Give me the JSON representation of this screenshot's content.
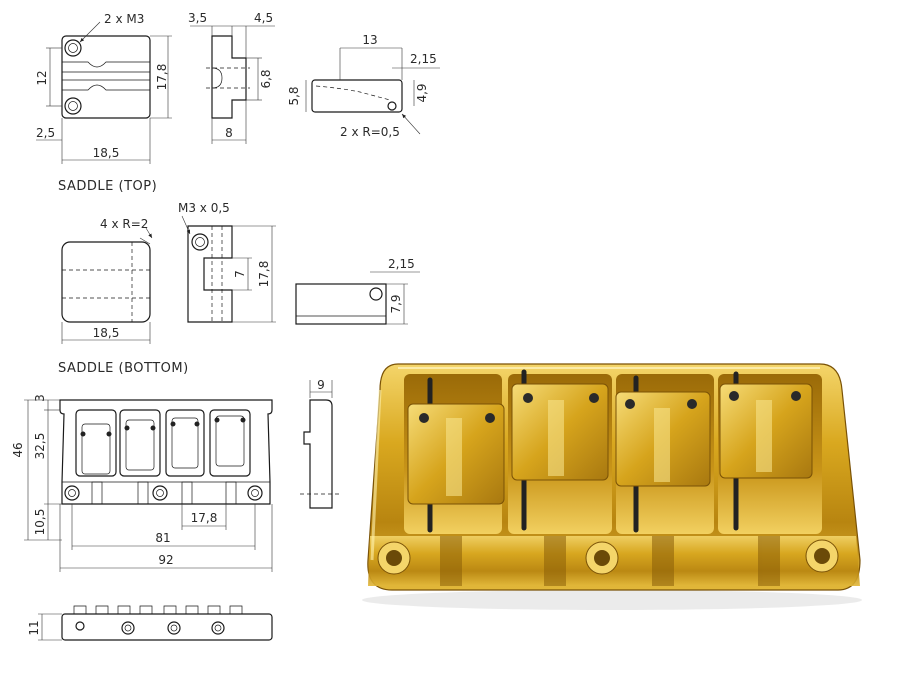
{
  "top_view": {
    "label_holes": "2 x M3",
    "dim_height_inner": "12",
    "dim_height": "17,8",
    "dim_left": "2,5",
    "dim_width": "18,5",
    "side_dim_a": "3,5",
    "side_dim_b": "4,5",
    "side_dim_h": "6,8",
    "side_dim_w": "8",
    "end_dim_len": "13",
    "end_dim_off": "2,15",
    "end_dim_h": "5,8",
    "end_dim_hole": "4,9",
    "end_label_radius": "2 x R=0,5",
    "caption": "SADDLE (TOP)"
  },
  "bottom_view": {
    "label_radius": "4 x R=2",
    "dim_width": "18,5",
    "label_thread": "M3 x 0,5",
    "dim_inner": "7",
    "dim_height": "17,8",
    "end_dim_off": "2,15",
    "end_dim_h": "7,9",
    "caption": "SADDLE (BOTTOM)"
  },
  "bridge_view": {
    "dim_top": "3",
    "dim_total_h": "46",
    "dim_body_h": "32,5",
    "dim_bottom": "10,5",
    "dim_spacing": "17,8",
    "dim_holes": "81",
    "dim_total_w": "92",
    "side_dim_w": "9",
    "rear_dim_h": "11"
  },
  "photo": {
    "colors": {
      "gold": "#d9a81f",
      "gold_light": "#f6dc78",
      "gold_dark": "#8a5e08"
    }
  }
}
